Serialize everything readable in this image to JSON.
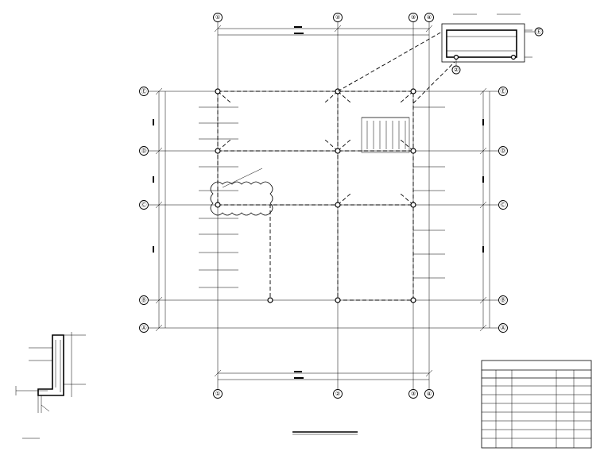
{
  "axes": {
    "vertical": [
      "①",
      "②",
      "③",
      "④"
    ],
    "horizontal": [
      "Ⓔ",
      "Ⓓ",
      "Ⓒ",
      "Ⓑ",
      "Ⓐ"
    ]
  },
  "detail_callout": {
    "axis_labels": [
      "②",
      "Ⓔ"
    ]
  },
  "schedule_table": {
    "headers": [
      "",
      "",
      "",
      "",
      ""
    ],
    "rows": [
      [
        "",
        "",
        "",
        "",
        ""
      ],
      [
        "",
        "",
        "",
        "",
        ""
      ],
      [
        "",
        "",
        "",
        "",
        ""
      ],
      [
        "",
        "",
        "",
        "",
        ""
      ],
      [
        "",
        "",
        "",
        "",
        ""
      ],
      [
        "",
        "",
        "",
        "",
        ""
      ],
      [
        "",
        "",
        "",
        "",
        ""
      ],
      [
        "",
        "",
        "",
        "",
        ""
      ]
    ]
  }
}
